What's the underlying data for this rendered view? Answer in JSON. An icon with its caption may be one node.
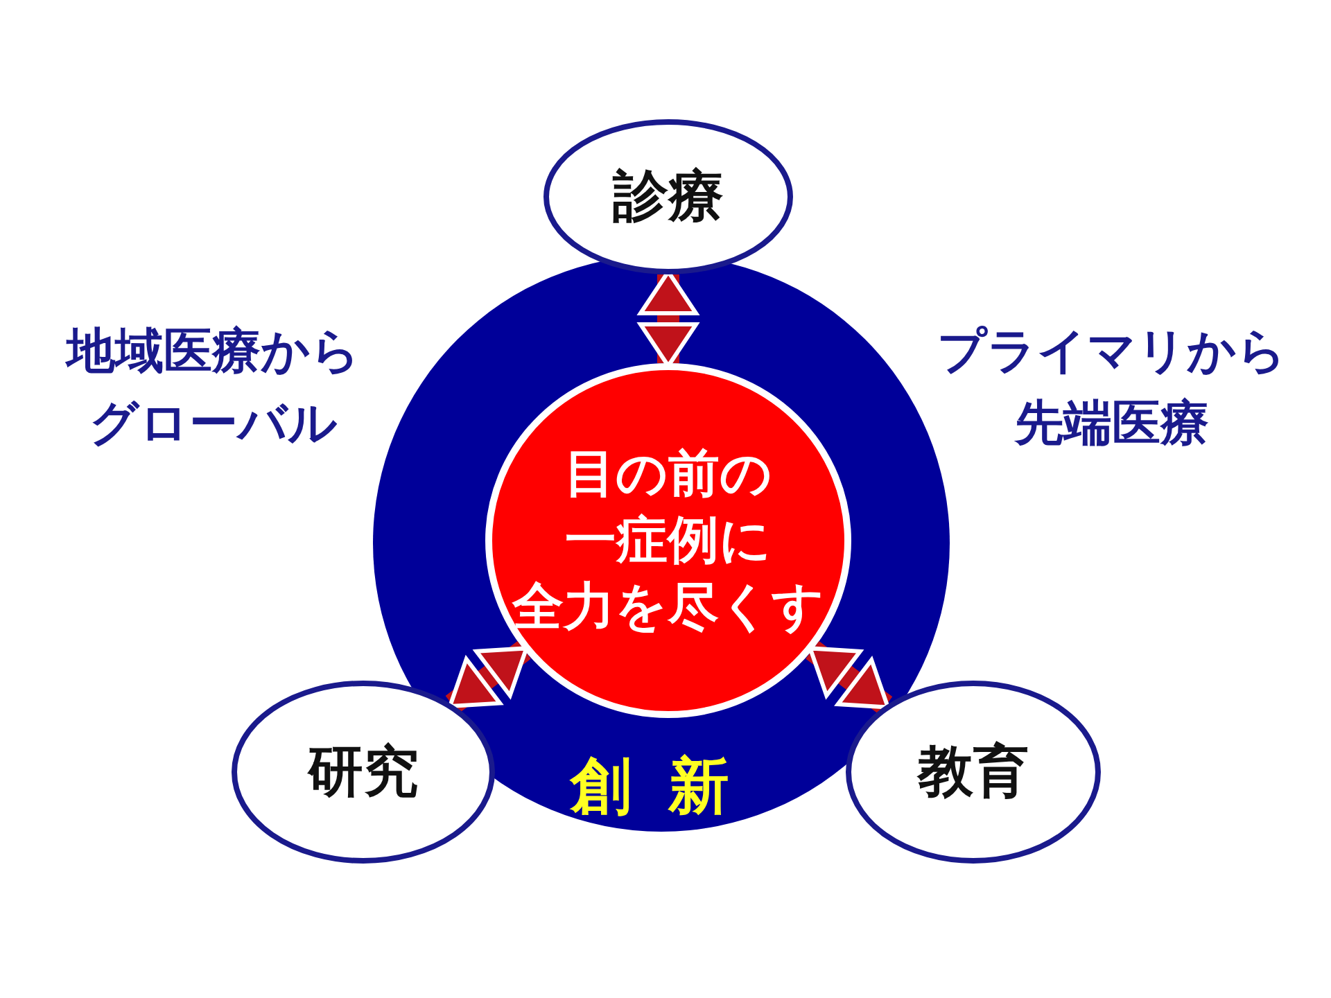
{
  "diagram": {
    "nodes": [
      {
        "text": [
          "診療"
        ]
      },
      {
        "text": [
          "創新"
        ]
      },
      {
        "text": [
          "目の前の一症例に全力を尽くす"
        ],
        "in": 1
      },
      {
        "text": [
          "研究"
        ]
      },
      {
        "text": [
          "教育"
        ]
      }
    ],
    "edges": [
      {
        "from": 0,
        "to": 2,
        "arrow": "both"
      },
      {
        "from": 2,
        "to": 3,
        "arrow": "both"
      },
      {
        "from": 2,
        "to": 4,
        "arrow": "both"
      }
    ],
    "labels": [
      "地域医療からグローバル",
      "プライマリから先端医療"
    ]
  }
}
